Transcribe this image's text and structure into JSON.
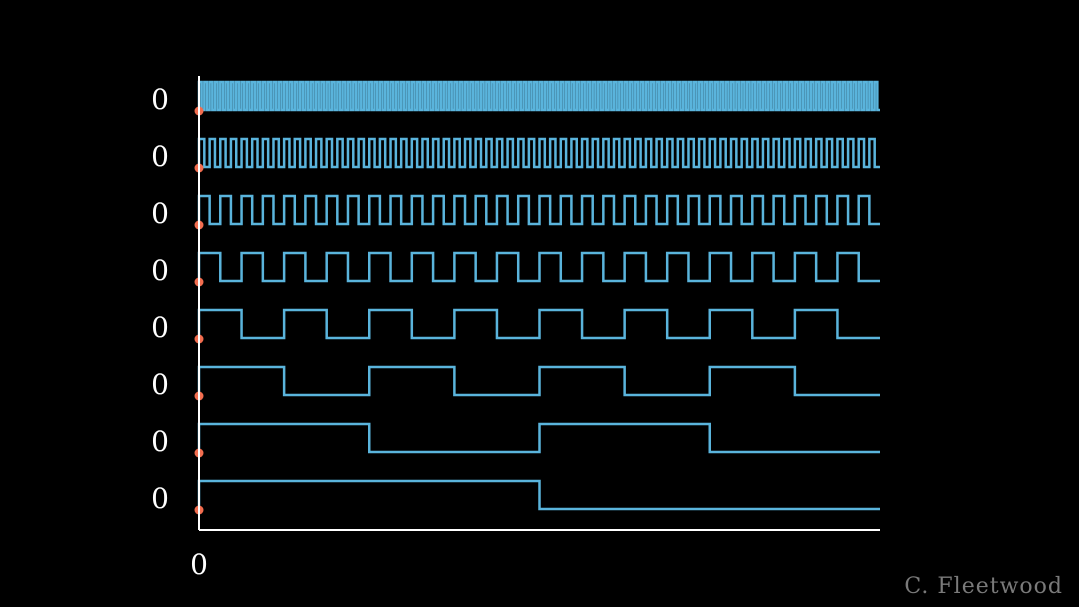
{
  "chart_data": {
    "type": "line",
    "title": "",
    "xlabel": "",
    "ylabel": "",
    "x_tick_labels": [
      "0"
    ],
    "xlim": [
      0,
      512
    ],
    "step": "post",
    "series": [
      {
        "label": "0",
        "period": 4,
        "duty": 0.5,
        "phase": "high-first"
      },
      {
        "label": "0",
        "period": 8,
        "duty": 0.5,
        "phase": "high-first"
      },
      {
        "label": "0",
        "period": 16,
        "duty": 0.5,
        "phase": "high-first"
      },
      {
        "label": "0",
        "period": 32,
        "duty": 0.5,
        "phase": "high-first"
      },
      {
        "label": "0",
        "period": 64,
        "duty": 0.5,
        "phase": "high-first"
      },
      {
        "label": "0",
        "period": 128,
        "duty": 0.5,
        "phase": "high-first"
      },
      {
        "label": "0",
        "period": 256,
        "duty": 0.5,
        "phase": "high-first"
      },
      {
        "label": "0",
        "period": 512,
        "duty": 0.5,
        "phase": "high-first"
      }
    ],
    "colors": {
      "signal": "#5ab4dc",
      "marker": "#f26d4f",
      "axis": "#ffffff",
      "text": "#ffffff",
      "background": "#000000"
    },
    "grid": false
  },
  "credit": "C. Fleetwood"
}
